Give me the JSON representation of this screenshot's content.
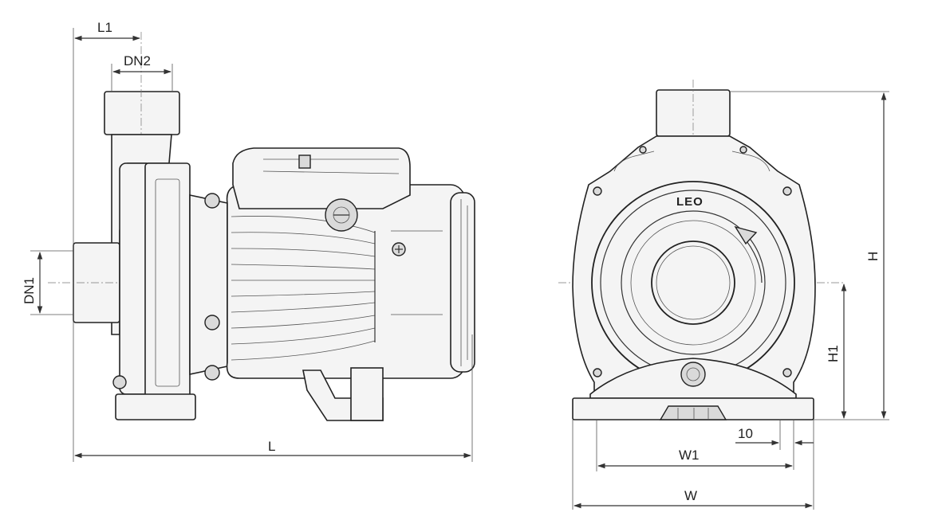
{
  "labels": {
    "l1": "L1",
    "dn2": "DN2",
    "dn1": "DN1",
    "l": "L",
    "h": "H",
    "h1": "H1",
    "ten": "10",
    "w1": "W1",
    "w": "W",
    "logo": "LEO"
  }
}
